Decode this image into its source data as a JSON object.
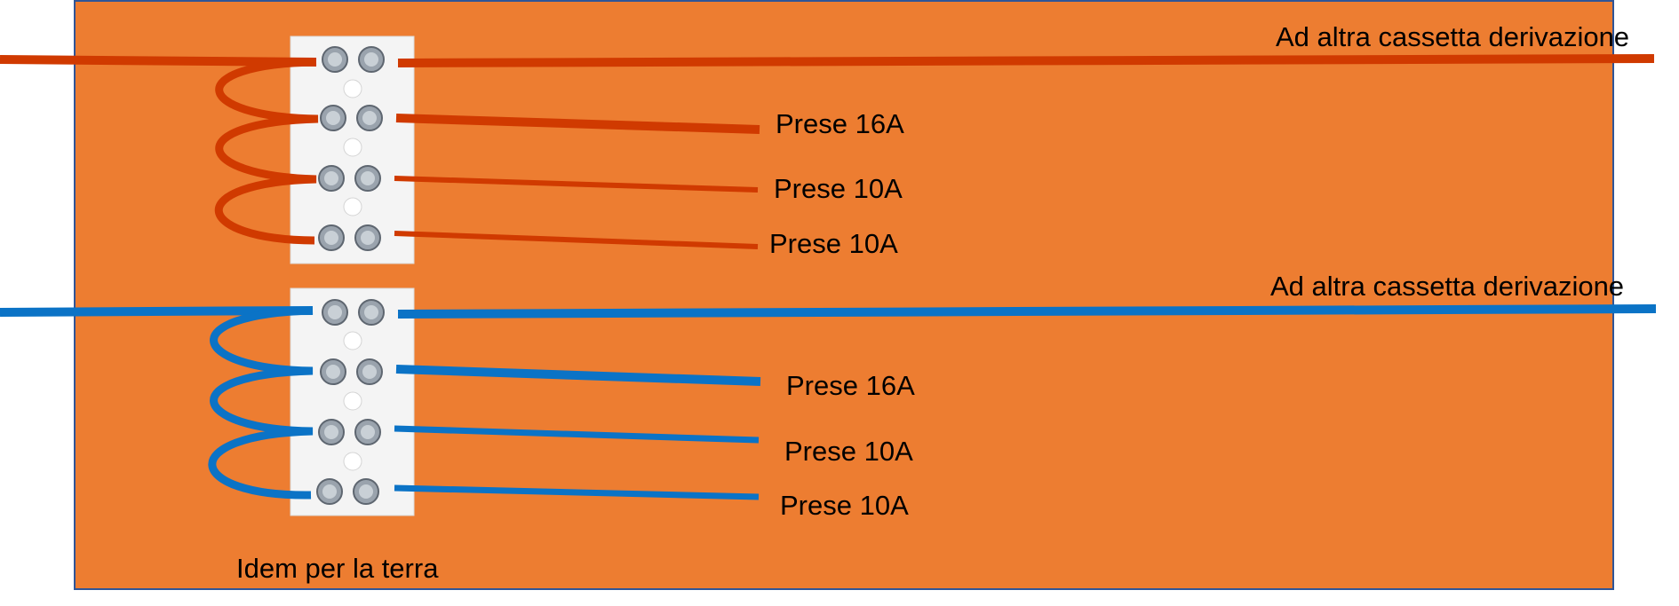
{
  "colors": {
    "box": "#ED7D31",
    "box_border": "#2F5597",
    "phase_wire": "#D03A00",
    "neutral_wire": "#0B73C6",
    "terminal_body": "#F4F4F4",
    "screw": "#9AA3AD"
  },
  "icons": {
    "terminal_block": "terminal-block-icon",
    "screw": "screw-icon"
  },
  "labels": {
    "phase": {
      "trunk": "Ad altra cassetta derivazione",
      "outlets": [
        "Prese 16A",
        "Prese 10A",
        "Prese 10A"
      ]
    },
    "neutral": {
      "trunk": "Ad altra cassetta derivazione",
      "outlets": [
        "Prese 16A",
        "Prese 10A",
        "Prese 10A"
      ]
    },
    "earth_note": "Idem per la terra"
  }
}
